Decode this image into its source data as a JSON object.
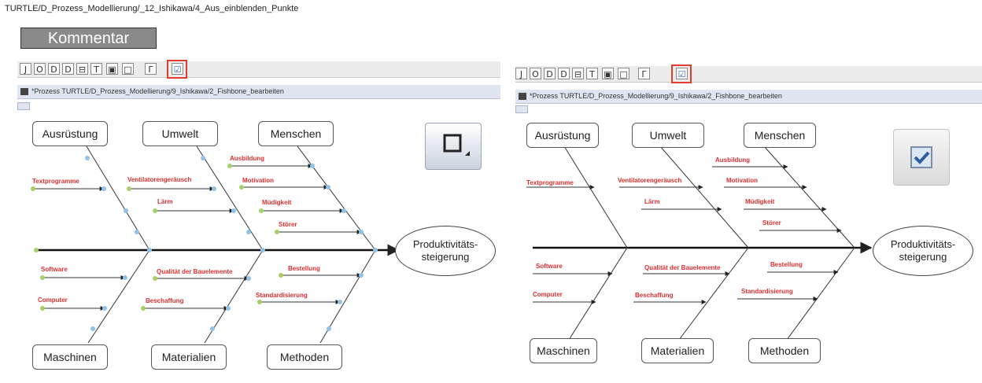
{
  "breadcrumb": "TURTLE/D_Prozess_Modellierung/_12_Ishikawa/4_Aus_einblenden_Punkte",
  "comment_button": "Kommentar",
  "window_title": "*Prozess TURTLE/D_Prozess_Modellierung/9_Ishikawa/2_Fishbone_bearbeiten",
  "toolbar": [
    "J",
    "O",
    "D",
    "D",
    "⊟",
    "T",
    "▣",
    "□",
    "Γ",
    "☑"
  ],
  "categories": {
    "top": [
      "Ausrüstung",
      "Umwelt",
      "Menschen"
    ],
    "bottom": [
      "Maschinen",
      "Materialien",
      "Methoden"
    ]
  },
  "effect": "Produktivitäts-\nsteigerung",
  "causes": {
    "ausruestung": [
      "Textprogramme"
    ],
    "umwelt": [
      "Ventilatorengeräusch",
      "Lärm"
    ],
    "menschen": [
      "Ausbildung",
      "Motivation",
      "Müdigkeit",
      "Störer"
    ],
    "maschinen": [
      "Software",
      "Computer"
    ],
    "materialien": [
      "Qualität der Bauelemente",
      "Beschaffung"
    ],
    "methoden": [
      "Bestellung",
      "Standardisierung"
    ]
  },
  "colors": {
    "highlight": "#e23c2a",
    "cause_label": "#e03030",
    "point_green": "#a5cf6a",
    "point_blue": "#8fc3ea"
  }
}
